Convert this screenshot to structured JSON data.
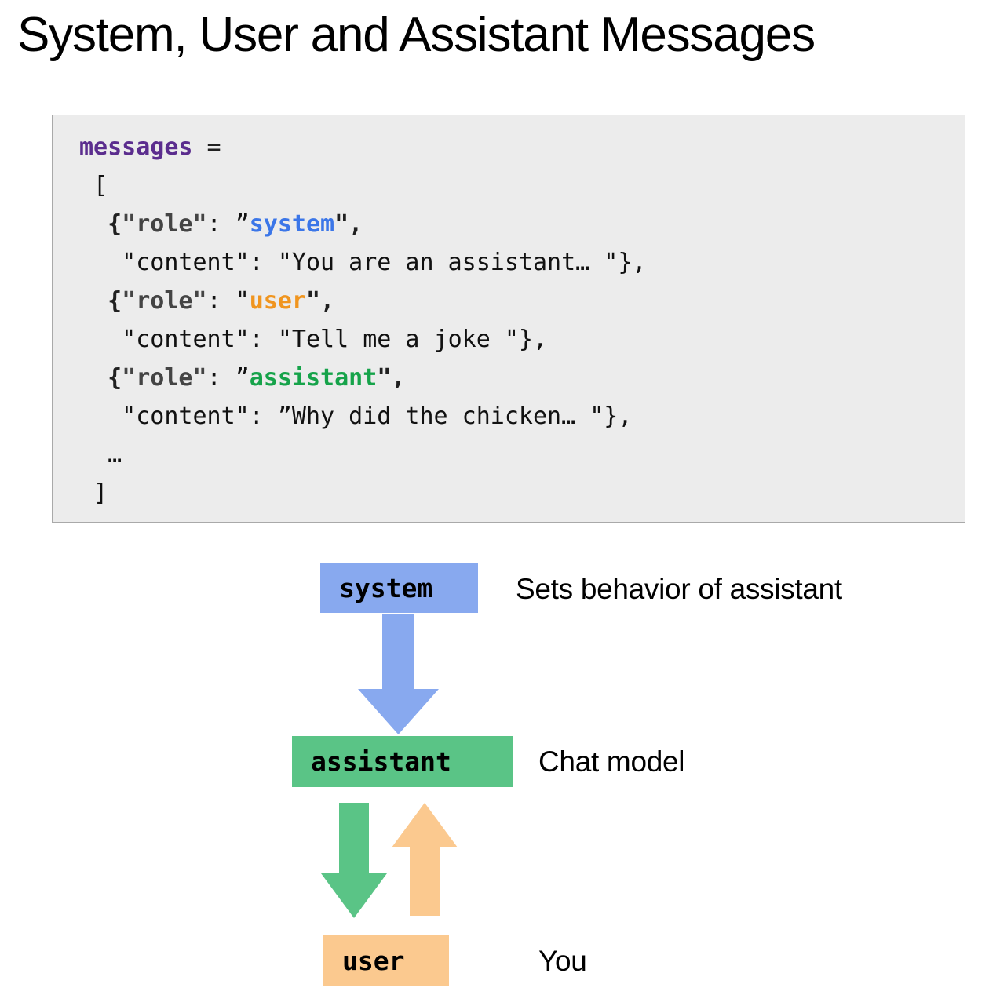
{
  "title": "System, User and Assistant Messages",
  "code": {
    "lines": [
      [
        {
          "t": "messages",
          "c": "tok-var"
        },
        {
          "t": " = ",
          "c": "tok-op"
        }
      ],
      [
        {
          "t": " [",
          "c": "tok-plain"
        }
      ],
      [
        {
          "t": "  {",
          "c": "tok-punct"
        },
        {
          "t": "\"role\"",
          "c": "tok-key"
        },
        {
          "t": ": ",
          "c": "tok-plain"
        },
        {
          "t": "”",
          "c": "tok-plain"
        },
        {
          "t": "system",
          "c": "tok-system"
        },
        {
          "t": "\",",
          "c": "tok-punct"
        }
      ],
      [
        {
          "t": "   \"content\": \"You are an assistant… \"},",
          "c": "tok-plain"
        }
      ],
      [
        {
          "t": "  {",
          "c": "tok-punct"
        },
        {
          "t": "\"role\"",
          "c": "tok-key"
        },
        {
          "t": ": ",
          "c": "tok-plain"
        },
        {
          "t": "\"",
          "c": "tok-plain"
        },
        {
          "t": "user",
          "c": "tok-user"
        },
        {
          "t": "\",",
          "c": "tok-punct"
        }
      ],
      [
        {
          "t": "   \"content\": \"Tell me a joke \"},",
          "c": "tok-plain"
        }
      ],
      [
        {
          "t": "  {",
          "c": "tok-punct"
        },
        {
          "t": "\"role\"",
          "c": "tok-key"
        },
        {
          "t": ": ",
          "c": "tok-plain"
        },
        {
          "t": "”",
          "c": "tok-plain"
        },
        {
          "t": "assistant",
          "c": "tok-asst"
        },
        {
          "t": "\",",
          "c": "tok-punct"
        }
      ],
      [
        {
          "t": "   \"content\": ”Why did the chicken… \"},",
          "c": "tok-plain"
        }
      ],
      [
        {
          "t": "  …",
          "c": "tok-dots"
        }
      ],
      [
        {
          "t": " ]",
          "c": "tok-plain"
        }
      ]
    ]
  },
  "diagram": {
    "boxes": {
      "system": {
        "label": "system",
        "color": "#88a9ef"
      },
      "assistant": {
        "label": "assistant",
        "color": "#5ac486"
      },
      "user": {
        "label": "user",
        "color": "#fbc98f"
      }
    },
    "labels": {
      "system": "Sets behavior of assistant",
      "assistant": "Chat model",
      "user": "You"
    },
    "arrows": [
      {
        "name": "system-to-assistant",
        "direction": "down",
        "color": "#88a9ef"
      },
      {
        "name": "assistant-to-user",
        "direction": "down",
        "color": "#5ac486"
      },
      {
        "name": "user-to-assistant",
        "direction": "up",
        "color": "#fbc98f"
      }
    ]
  },
  "colors": {
    "code_background": "#ececec",
    "code_border": "#a9a9a9",
    "variable": "#5b2d8e",
    "key": "#444444",
    "system": "#3b76e8",
    "user": "#f0951f",
    "assistant": "#16a34a",
    "page_background": "#ffffff"
  }
}
